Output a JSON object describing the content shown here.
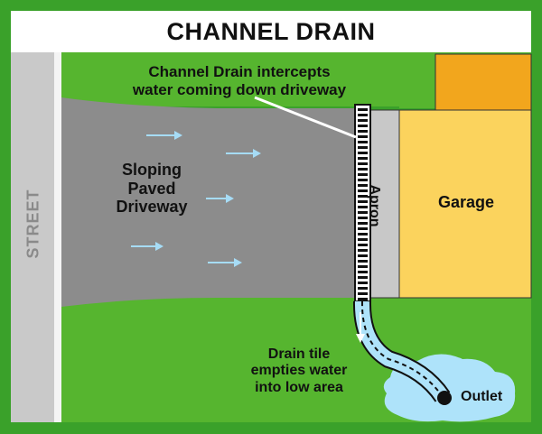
{
  "title": "CHANNEL DRAIN",
  "callout": {
    "line1": "Channel Drain intercepts",
    "line2": "water coming down driveway"
  },
  "driveway_label": {
    "line1": "Sloping",
    "line2": "Paved",
    "line3": "Driveway"
  },
  "apron_label": "Apron",
  "garage_label": "Garage",
  "street_label": "STREET",
  "drain_tile_label": {
    "line1": "Drain tile",
    "line2": "empties water",
    "line3": "into low area"
  },
  "outlet_label": "Outlet",
  "colors": {
    "grass": "#3aa12a",
    "driveway": "#8c8c8c",
    "street": "#c9c9c9",
    "apron": "#c8c8c8",
    "garage": "#fbd35d",
    "orange_roof": "#f2a61d",
    "water": "#aee3fa",
    "arrow": "#a6dcf6"
  },
  "icons": [
    "flow-arrow-icon",
    "outlet-dot-icon",
    "channel-drain-grate"
  ]
}
